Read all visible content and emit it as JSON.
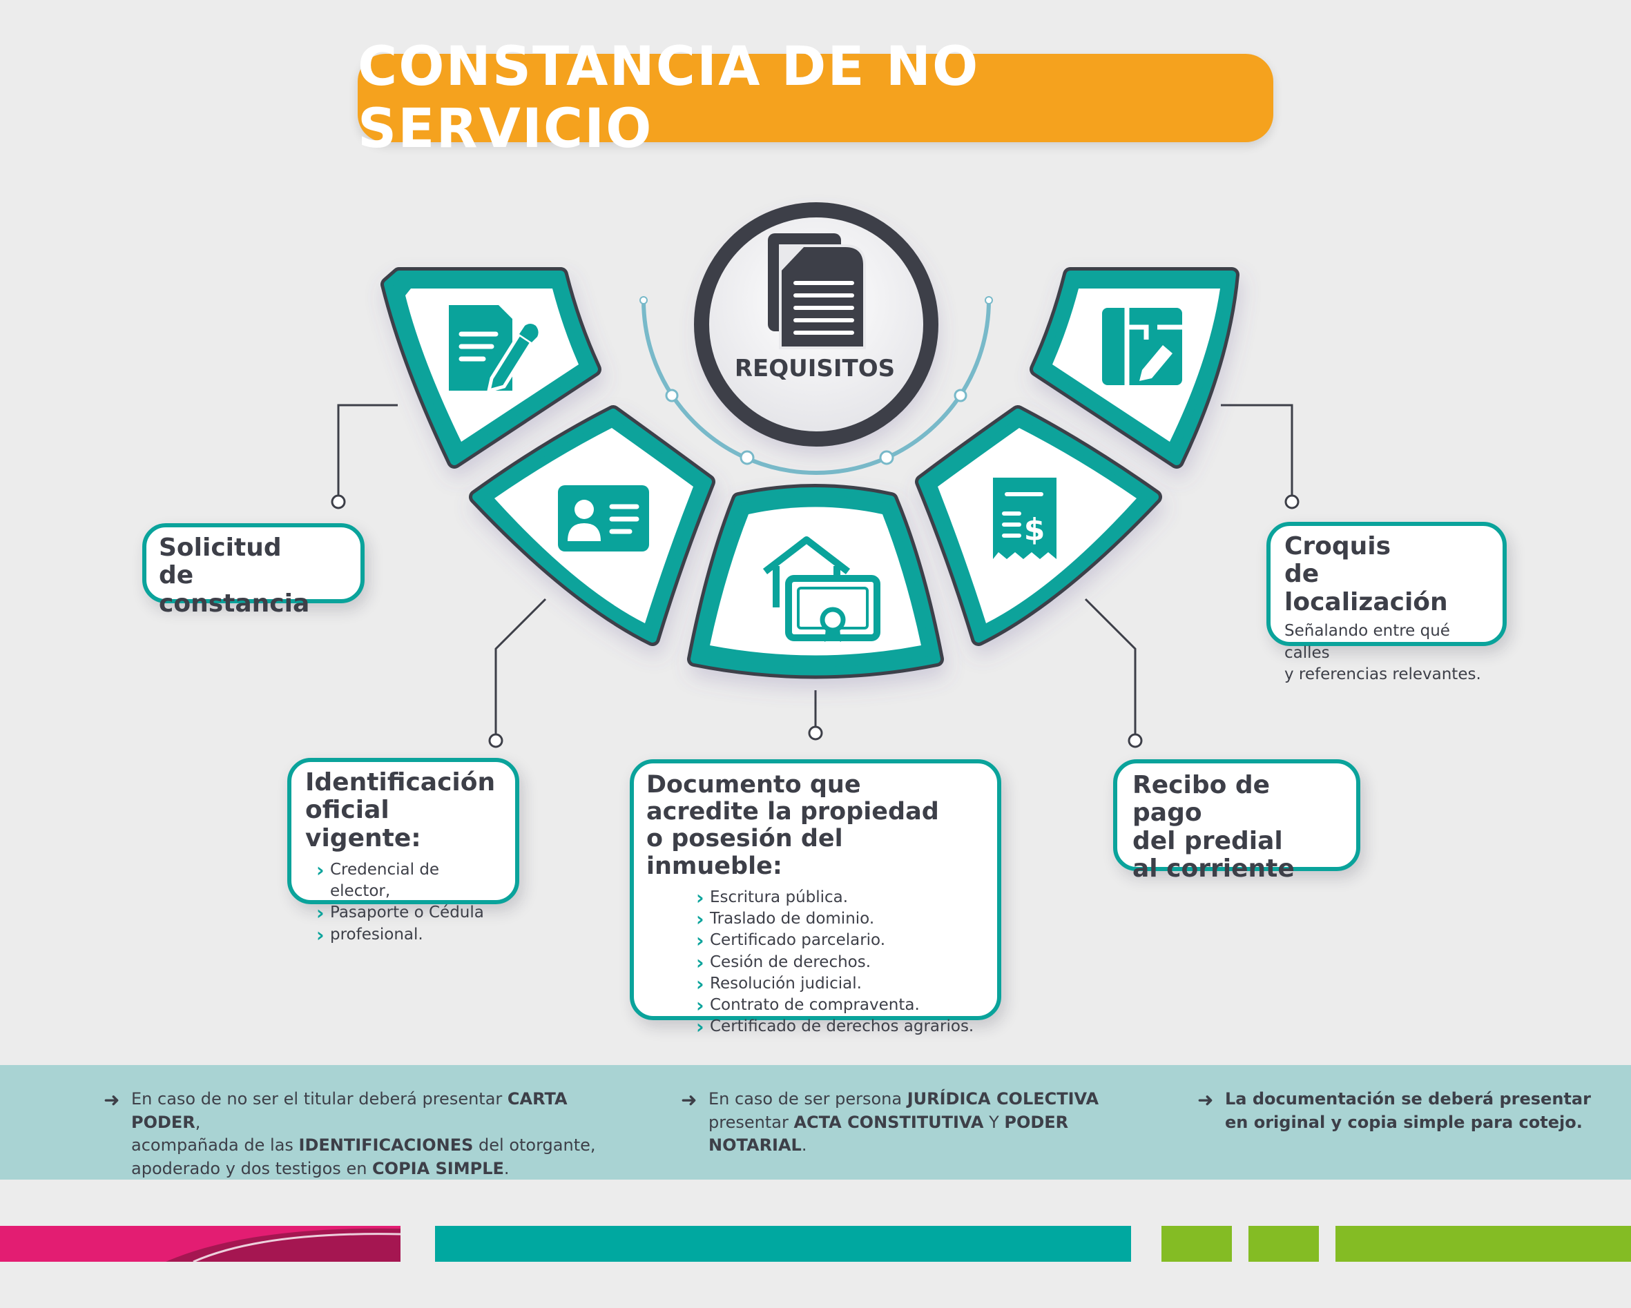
{
  "title": "CONSTANCIA DE NO SERVICIO",
  "hub": {
    "label": "REQUISITOS",
    "icon": "document-icon"
  },
  "colors": {
    "banner": "#f5a21e",
    "teal": "#0aa39b",
    "dark": "#3d3f48",
    "arc": "#78b9c9",
    "footer": "#a9d3d3",
    "magenta": "#e31d72",
    "lime": "#84bc24"
  },
  "requirements": [
    {
      "id": "solicitud",
      "icon": "form-pen-icon",
      "title_lines": [
        "Solicitud",
        "de constancia"
      ]
    },
    {
      "id": "identificacion",
      "icon": "id-card-icon",
      "title_lines": [
        "Identificación",
        "oficial vigente:"
      ],
      "items": [
        "Credencial de elector,",
        "Pasaporte o Cédula",
        "profesional."
      ]
    },
    {
      "id": "documento",
      "icon": "house-certificate-icon",
      "title_lines": [
        "Documento que",
        "acredite la propiedad",
        "o posesión del inmueble:"
      ],
      "items": [
        "Escritura pública.",
        "Traslado de dominio.",
        "Certificado parcelario.",
        "Cesión de derechos.",
        "Resolución judicial.",
        "Contrato de compraventa.",
        "Certificado de derechos agrarios."
      ]
    },
    {
      "id": "recibo",
      "icon": "receipt-icon",
      "title_lines": [
        "Recibo de pago",
        "del predial",
        "al corriente"
      ]
    },
    {
      "id": "croquis",
      "icon": "map-pencil-icon",
      "title_lines": [
        "Croquis",
        "de localización"
      ],
      "sub_lines": [
        "Señalando entre qué calles",
        "y referencias relevantes."
      ]
    }
  ],
  "notes": [
    {
      "parts": [
        [
          "En caso de no ser el titular deberá presentar ",
          false
        ],
        [
          "CARTA PODER",
          true
        ],
        [
          ",",
          false
        ]
      ],
      "parts2": [
        [
          "acompañada de las ",
          false
        ],
        [
          "IDENTIFICACIONES",
          true
        ],
        [
          " del otorgante,",
          false
        ]
      ],
      "parts3": [
        [
          "apoderado y dos testigos en ",
          false
        ],
        [
          "COPIA SIMPLE",
          true
        ],
        [
          ".",
          false
        ]
      ]
    },
    {
      "parts": [
        [
          "En caso de ser persona ",
          false
        ],
        [
          "JURÍDICA COLECTIVA",
          true
        ]
      ],
      "parts2": [
        [
          "presentar ",
          false
        ],
        [
          "ACTA CONSTITUTIVA",
          true
        ],
        [
          " Y ",
          false
        ],
        [
          "PODER NOTARIAL",
          true
        ],
        [
          ".",
          false
        ]
      ]
    },
    {
      "parts": [
        [
          "La documentación se deberá presentar",
          true
        ]
      ],
      "parts2": [
        [
          "en original y copia simple para cotejo.",
          true
        ]
      ]
    }
  ]
}
